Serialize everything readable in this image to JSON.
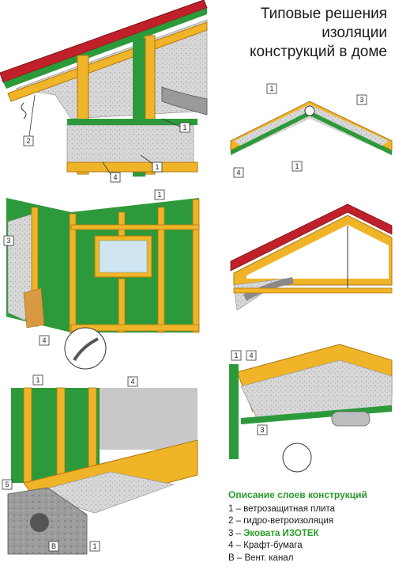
{
  "title": {
    "line1": "Типовые решения",
    "line2": "изоляции",
    "line3": "конструкций в доме"
  },
  "legend": {
    "heading": "Описание слоев конструкций",
    "items": [
      {
        "key": "1",
        "text": "ветрозащитная плита",
        "highlight": false
      },
      {
        "key": "2",
        "text": "гидро-ветроизоляция",
        "highlight": false
      },
      {
        "key": "3",
        "text": "Эковата ИЗОТЕК",
        "highlight": true
      },
      {
        "key": "4",
        "text": "Крафт-бумага",
        "highlight": false
      },
      {
        "key": "В",
        "text": "Вент. канал",
        "highlight": false
      }
    ]
  },
  "colors": {
    "timber": "#f0b428",
    "timber_edge": "#b07810",
    "wind_board": "#2c9a3a",
    "ecowool": "#d6d6d6",
    "roof_tile": "#c0202a",
    "kraft": "#d89a40",
    "vent": "#8a8a8a",
    "concrete": "#9a9a9a",
    "wall_gray": "#c8c8c8",
    "legend_heading": "#2a9a2a"
  },
  "markers": {
    "roof_left": [
      "2",
      "1",
      "4",
      "1"
    ],
    "roof_section_small": [
      "1",
      "3",
      "4",
      "1"
    ],
    "wall": [
      "1",
      "3",
      "4"
    ],
    "attic_floor": [
      "1",
      "4",
      "3"
    ],
    "floor": [
      "1",
      "4",
      "5",
      "1",
      "В"
    ]
  },
  "scene_icons": [
    "pitched-roof-insulation",
    "roof-cross-section",
    "frame-wall-insulation",
    "attic-truss-section",
    "attic-floor-insulation",
    "ground-floor-insulation"
  ]
}
